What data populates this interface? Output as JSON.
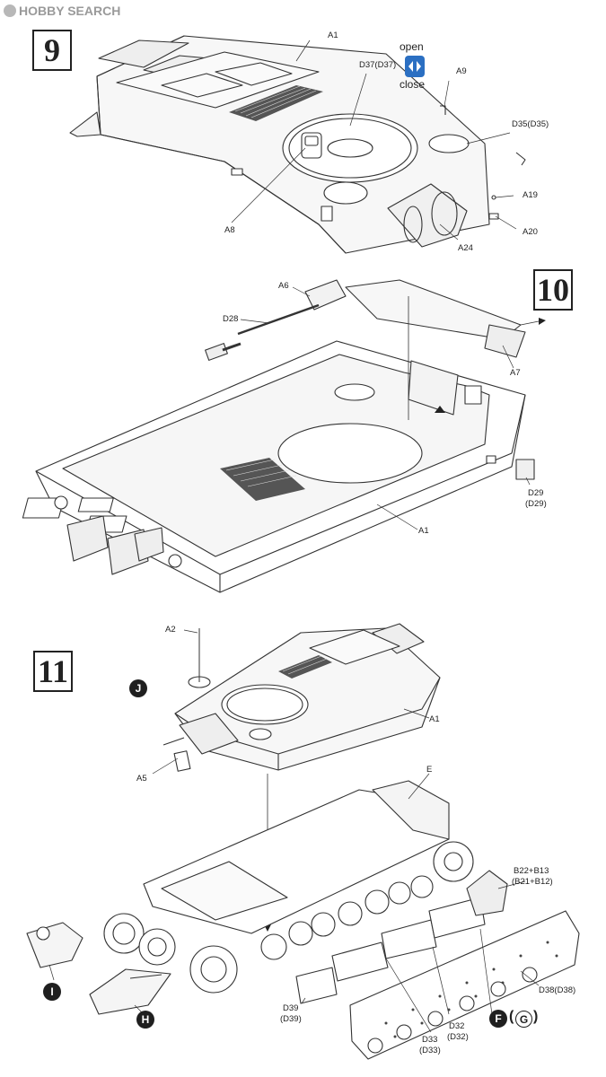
{
  "watermark": {
    "text": "HOBBY SEARCH"
  },
  "steps": {
    "s9": "9",
    "s10": "10",
    "s11": "11"
  },
  "labels": {
    "a1_top": "A1",
    "d37": "D37(D37)",
    "a9": "A9",
    "d35": "D35(D35)",
    "a19": "A19",
    "a20": "A20",
    "a24": "A24",
    "a8": "A8",
    "a6": "A6",
    "d28": "D28",
    "a7": "A7",
    "d29a": "D29",
    "d29b": "(D29)",
    "a1_mid": "A1",
    "a2": "A2",
    "a1_low": "A1",
    "a5": "A5",
    "e": "E",
    "b22a": "B22+B13",
    "b22b": "(B21+B12)",
    "d38": "D38(D38)",
    "d39a": "D39",
    "d39b": "(D39)",
    "d32a": "D32",
    "d32b": "(D32)",
    "d33a": "D33",
    "d33b": "(D33)"
  },
  "open_close": {
    "open": "open",
    "close": "close"
  },
  "badges": {
    "j": "J",
    "i": "I",
    "h": "H",
    "f": "F",
    "g": "G"
  },
  "colors": {
    "icon_blue": "#2b6fc2",
    "ink": "#222222"
  }
}
